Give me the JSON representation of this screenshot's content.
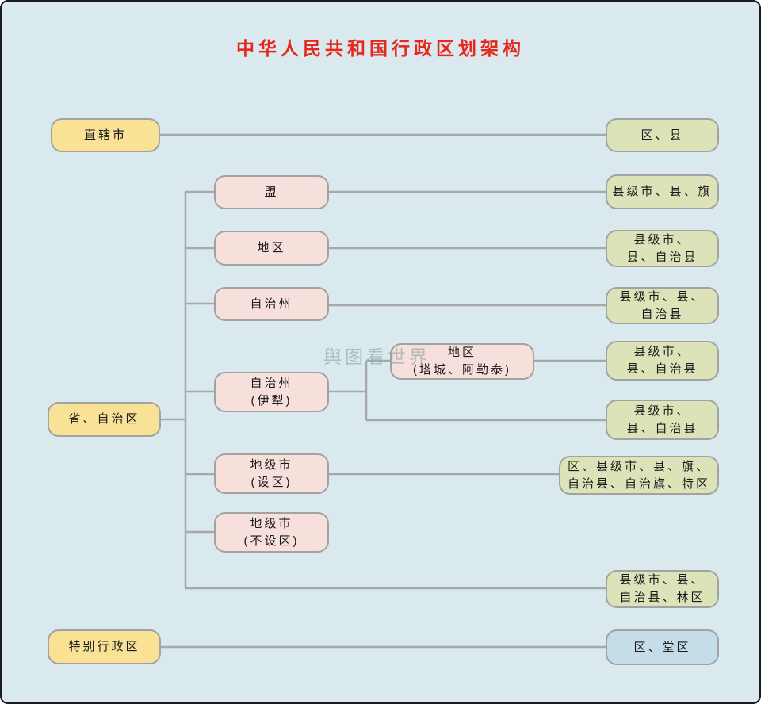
{
  "title": "中华人民共和国行政区划架构",
  "watermark": "舆图看世界",
  "colors": {
    "background": "#d9e9ee",
    "level1_fill": "#f9e296",
    "level2_fill": "#f7dfdb",
    "level3_fill": "#dce3b9",
    "sar_child_fill": "#c5dde8",
    "box_border": "#a2a2a2",
    "connector": "#a8a8a8",
    "title_color": "#e6271d",
    "watermark_color": "#8da3a8",
    "text_color": "#1a1a1a",
    "canvas_border": "#1b1b1b"
  },
  "nodes": {
    "zhixiashi": {
      "label": "直辖市"
    },
    "qu_xian": {
      "label": "区、县"
    },
    "meng": {
      "label": "盟"
    },
    "xjs_xian_qi": {
      "label": "县级市、县、旗"
    },
    "diqu": {
      "label": "地区"
    },
    "xjs_a": {
      "line1": "县级市、",
      "line2": "县、自治县"
    },
    "zizhizhou": {
      "label": "自治州"
    },
    "xjs_b": {
      "line1": "县级市、县、",
      "line2": "自治县"
    },
    "yili": {
      "line1": "自治州",
      "line2": "(伊犁)"
    },
    "tacheng": {
      "line1": "地区",
      "line2": "(塔城、阿勒泰)"
    },
    "xjs_c": {
      "line1": "县级市、",
      "line2": "县、自治县"
    },
    "xjs_d": {
      "line1": "县级市、",
      "line2": "县、自治县"
    },
    "dijishi_shequ": {
      "line1": "地级市",
      "line2": "(设区)"
    },
    "qu_big": {
      "line1": "区、县级市、县、旗、",
      "line2": "自治县、自治旗、特区"
    },
    "dijishi_bushequ": {
      "line1": "地级市",
      "line2": "(不设区)"
    },
    "xjs_linqu": {
      "line1": "县级市、县、",
      "line2": "自治县、林区"
    },
    "sheng_zizhiqu": {
      "label": "省、自治区"
    },
    "tebie_xingzhengqu": {
      "label": "特别行政区"
    },
    "qu_tangqu": {
      "label": "区、堂区"
    }
  },
  "edges": [
    {
      "from": "直辖市",
      "to": "区、县"
    },
    {
      "from": "省、自治区",
      "to": "盟"
    },
    {
      "from": "省、自治区",
      "to": "地区"
    },
    {
      "from": "省、自治区",
      "to": "自治州"
    },
    {
      "from": "省、自治区",
      "to": "自治州(伊犁)"
    },
    {
      "from": "省、自治区",
      "to": "地级市(设区)"
    },
    {
      "from": "省、自治区",
      "to": "地级市(不设区)"
    },
    {
      "from": "省、自治区",
      "to": "县级市、县、自治县、林区"
    },
    {
      "from": "盟",
      "to": "县级市、县、旗"
    },
    {
      "from": "地区",
      "to": "县级市、县、自治县"
    },
    {
      "from": "自治州",
      "to": "县级市、县、自治县"
    },
    {
      "from": "自治州(伊犁)",
      "to": "地区(塔城、阿勒泰)"
    },
    {
      "from": "自治州(伊犁)",
      "to": "县级市、县、自治县"
    },
    {
      "from": "地区(塔城、阿勒泰)",
      "to": "县级市、县、自治县"
    },
    {
      "from": "地级市(设区)",
      "to": "区、县级市、县、旗、自治县、自治旗、特区"
    },
    {
      "from": "特别行政区",
      "to": "区、堂区"
    }
  ]
}
